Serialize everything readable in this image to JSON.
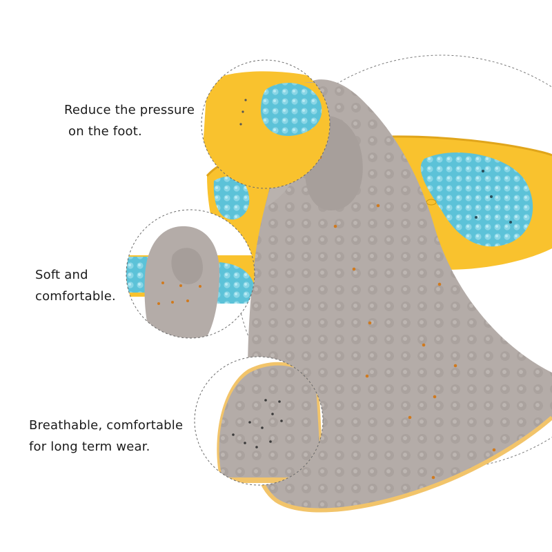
{
  "features": [
    {
      "lines": [
        "Reduce the pressure",
        "on the foot."
      ]
    },
    {
      "lines": [
        "Soft and",
        "comfortable."
      ]
    },
    {
      "lines": [
        "Breathable, comfortable",
        "for long term wear."
      ]
    }
  ],
  "colors": {
    "insole_gray": "#b4aca8",
    "insole_yellow": "#f9c22e",
    "gel_blue": "#5cc2d8",
    "perforation_orange": "#e0892a",
    "text": "#1a1a1a"
  }
}
